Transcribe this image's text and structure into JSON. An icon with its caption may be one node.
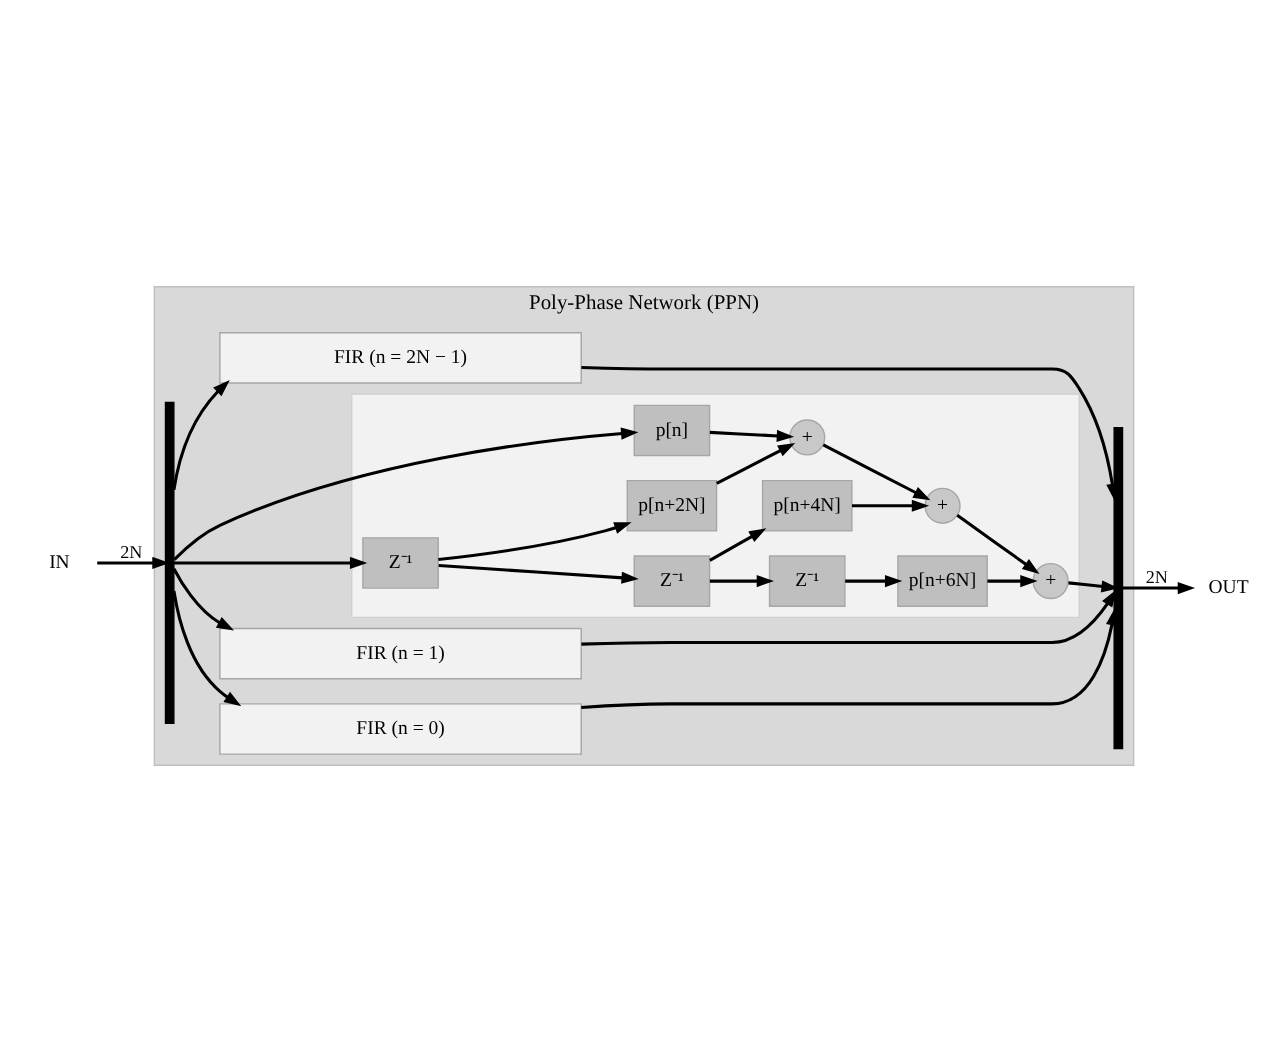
{
  "diagram": {
    "nodes": [
      {
        "text": [
          "Poly-Phase Network (PPN)"
        ]
      },
      {
        "text": [
          "IN"
        ]
      },
      {
        "text": [],
        "shape": "bar",
        "in": 0
      },
      {
        "text": [
          "FIR (n = 0)"
        ],
        "in": 0
      },
      {
        "text": [
          "FIR (n = 1)"
        ],
        "in": 0
      },
      {
        "text": [],
        "shape": "box",
        "in": 0
      },
      {
        "text": [
          "Z⁻¹"
        ],
        "in": 5
      },
      {
        "text": [
          "Z⁻¹"
        ],
        "in": 5
      },
      {
        "text": [
          "Z⁻¹"
        ],
        "in": 5
      },
      {
        "text": [
          "p[n]"
        ],
        "in": 5
      },
      {
        "text": [
          "p[n+2N]"
        ],
        "in": 5
      },
      {
        "text": [
          "p[n+4N]"
        ],
        "in": 5
      },
      {
        "text": [
          "p[n+6N]"
        ],
        "in": 5
      },
      {
        "text": [
          "+"
        ],
        "in": 5
      },
      {
        "text": [
          "+"
        ],
        "in": 5
      },
      {
        "text": [
          "+"
        ],
        "in": 5
      },
      {
        "text": [
          "FIR (n = 2N − 1)"
        ],
        "in": 0
      },
      {
        "text": [],
        "shape": "bar",
        "in": 0
      },
      {
        "text": [
          "OUT"
        ]
      }
    ],
    "edges": [
      {
        "from": 1,
        "to": 2,
        "arrow": "to",
        "label": "2N"
      },
      {
        "from": 2,
        "to": 3,
        "arrow": "to"
      },
      {
        "from": 2,
        "to": 4,
        "arrow": "to"
      },
      {
        "from": 2,
        "to": 6,
        "arrow": "to"
      },
      {
        "from": 2,
        "to": 9,
        "arrow": "to"
      },
      {
        "from": 6,
        "to": 7,
        "arrow": "to"
      },
      {
        "from": 6,
        "to": 10,
        "arrow": "to"
      },
      {
        "from": 7,
        "to": 8,
        "arrow": "to"
      },
      {
        "from": 7,
        "to": 11,
        "arrow": "to"
      },
      {
        "from": 8,
        "to": 12,
        "arrow": "to"
      },
      {
        "from": 9,
        "to": 13,
        "arrow": "to"
      },
      {
        "from": 10,
        "to": 13,
        "arrow": "to"
      },
      {
        "from": 13,
        "to": 14,
        "arrow": "to"
      },
      {
        "from": 11,
        "to": 14,
        "arrow": "to"
      },
      {
        "from": 14,
        "to": 15,
        "arrow": "to"
      },
      {
        "from": 12,
        "to": 15,
        "arrow": "to"
      },
      {
        "from": 15,
        "to": 17,
        "arrow": "to"
      },
      {
        "from": 2,
        "to": 16,
        "arrow": "to"
      },
      {
        "from": 3,
        "to": 17,
        "arrow": "to"
      },
      {
        "from": 4,
        "to": 17,
        "arrow": "to"
      },
      {
        "from": 16,
        "to": 17,
        "arrow": "to"
      },
      {
        "from": 17,
        "to": 18,
        "arrow": "to",
        "label": "2N"
      }
    ]
  }
}
